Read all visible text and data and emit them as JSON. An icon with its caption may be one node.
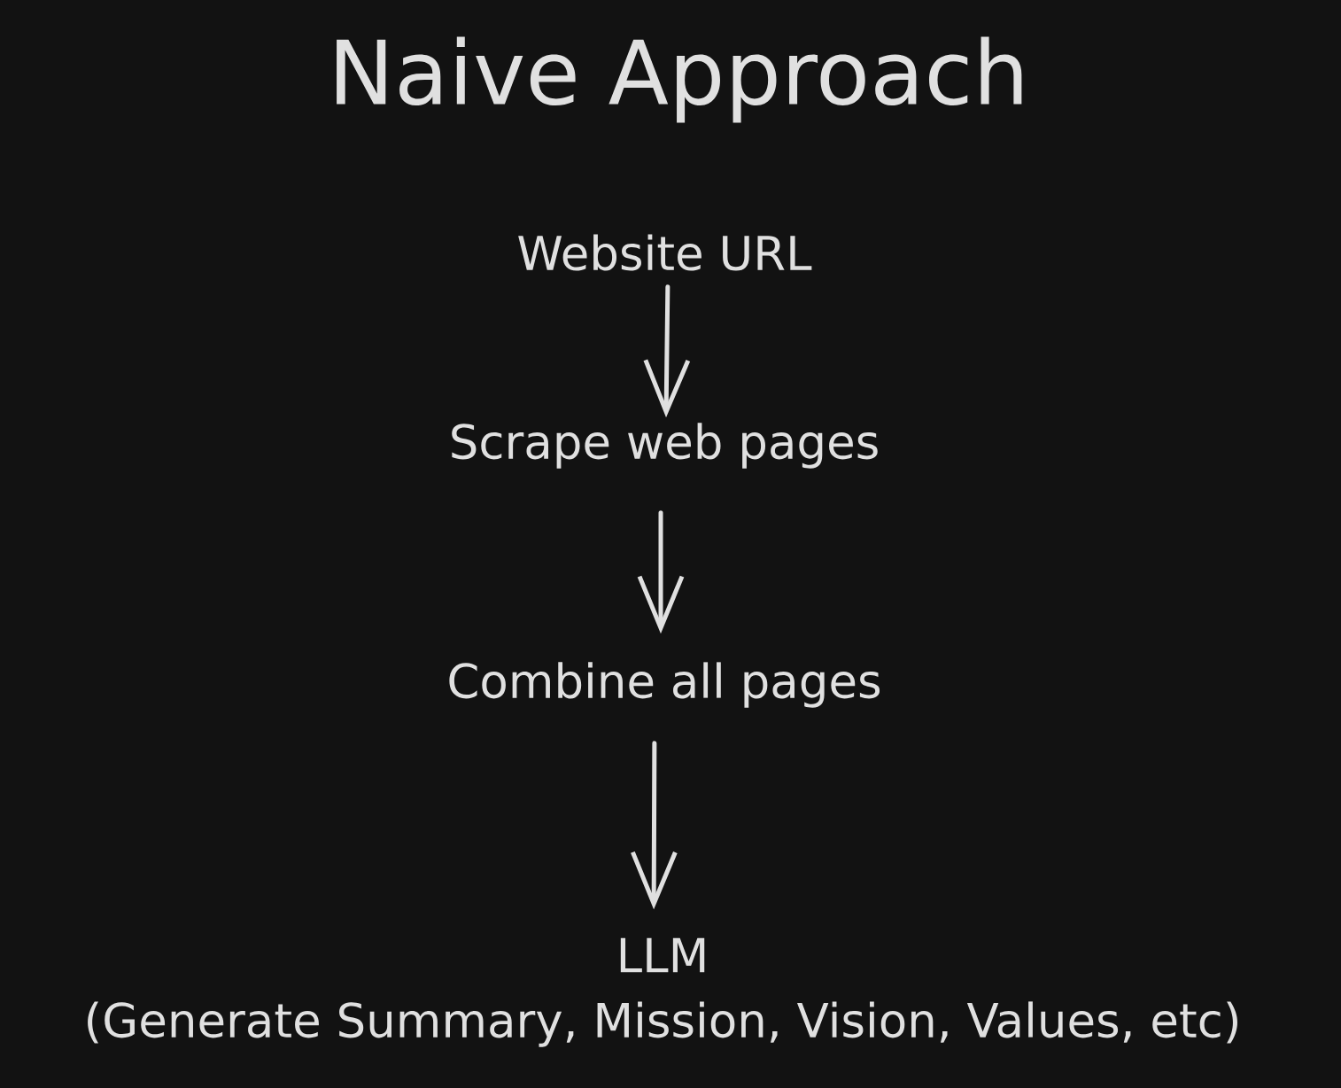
{
  "diagram": {
    "title": "Naive Approach",
    "nodes": [
      {
        "text": [
          "Website URL"
        ]
      },
      {
        "text": [
          "Scrape web pages"
        ]
      },
      {
        "text": [
          "Combine all pages"
        ]
      },
      {
        "text": [
          "LLM",
          "(Generate Summary, Mission, Vision, Values, etc)"
        ]
      }
    ],
    "edges": [
      {
        "from": 0,
        "to": 1,
        "arrow": "to"
      },
      {
        "from": 1,
        "to": 2,
        "arrow": "to"
      },
      {
        "from": 2,
        "to": 3,
        "arrow": "to"
      }
    ]
  }
}
